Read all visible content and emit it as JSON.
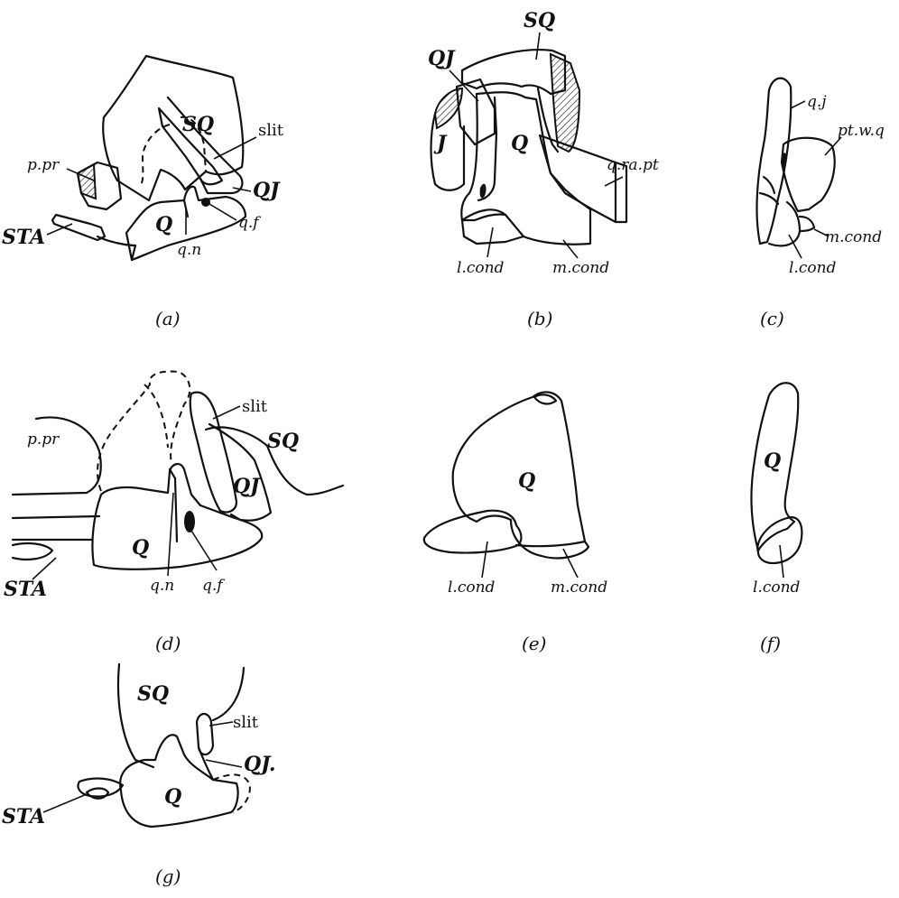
{
  "panels": {
    "a": {
      "caption": "(a)",
      "labels": {
        "sq": "SQ",
        "slit": "slit",
        "ppr": "p.pr",
        "qj": "QJ",
        "q": "Q",
        "qf": "q.f",
        "sta": "STA",
        "qn": "q.n"
      }
    },
    "b": {
      "caption": "(b)",
      "labels": {
        "sq": "SQ",
        "qj": "QJ",
        "j": "J",
        "q": "Q",
        "qrapt": "q.ra.pt",
        "lcond": "l.cond",
        "mcond": "m.cond"
      }
    },
    "c": {
      "caption": "(c)",
      "labels": {
        "qj": "q.j",
        "ptwq": "pt.w.q",
        "mcond": "m.cond",
        "lcond": "l.cond"
      }
    },
    "d": {
      "caption": "(d)",
      "labels": {
        "slit": "slit",
        "sq": "SQ",
        "ppr": "p.pr",
        "qj": "QJ",
        "q": "Q",
        "sta": "STA",
        "qn": "q.n",
        "qf": "q.f"
      }
    },
    "e": {
      "caption": "(e)",
      "labels": {
        "q": "Q",
        "lcond": "l.cond",
        "mcond": "m.cond"
      }
    },
    "f": {
      "caption": "(f)",
      "labels": {
        "q": "Q",
        "lcond": "l.cond"
      }
    },
    "g": {
      "caption": "(g)",
      "labels": {
        "sq": "SQ",
        "slit": "slit",
        "qj": "QJ.",
        "q": "Q",
        "sta": "STA"
      }
    }
  }
}
